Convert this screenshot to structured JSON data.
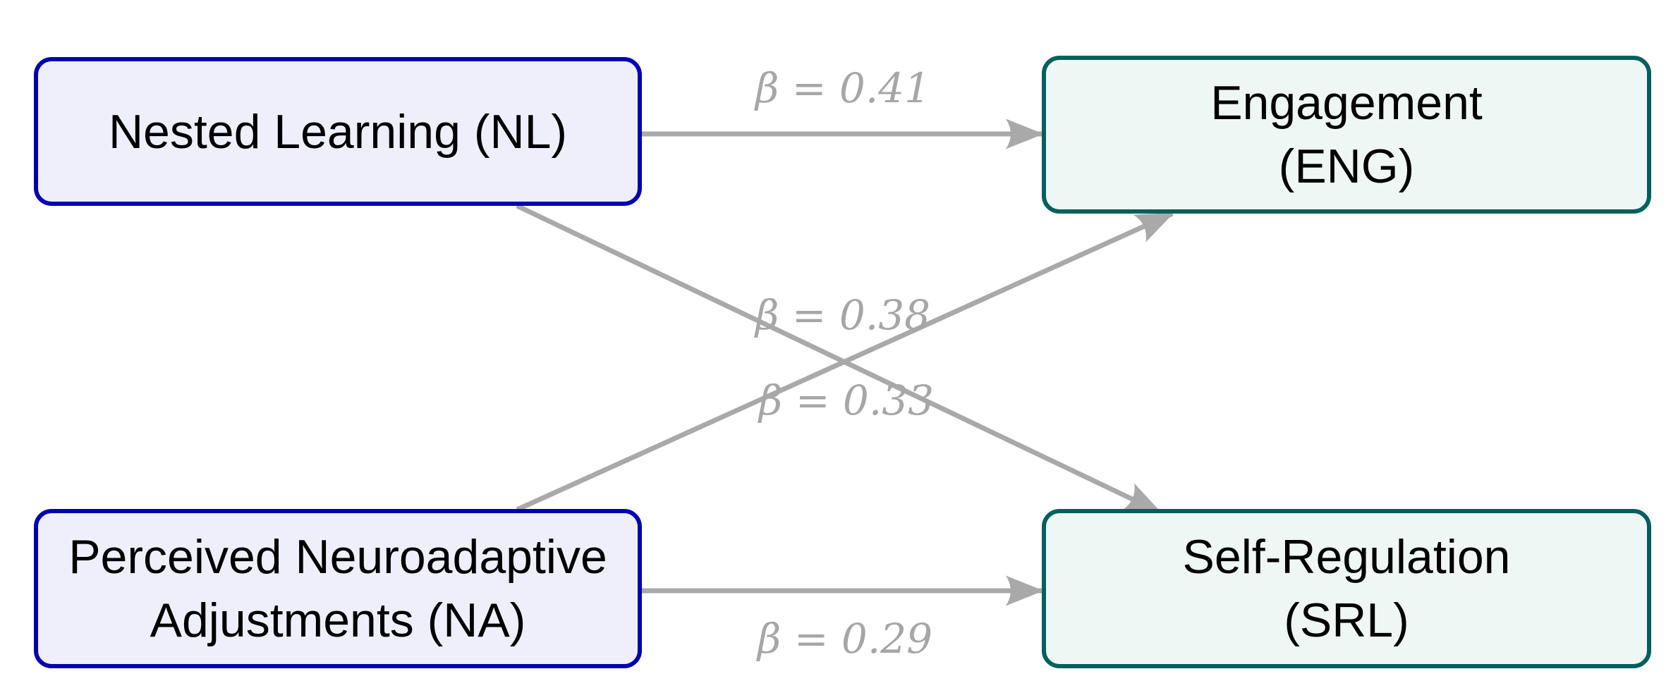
{
  "diagram": {
    "type": "structural-path-model",
    "background": "#ffffff",
    "nodes": [
      {
        "id": "NL",
        "line1": "Nested Learning (NL)",
        "line2": "",
        "fill": "#eeeffb",
        "border": "#0000b0",
        "text_color": "#000000"
      },
      {
        "id": "NA",
        "line1": "Perceived Neuroadaptive",
        "line2": "Adjustments (NA)",
        "fill": "#eeeffb",
        "border": "#0000b0",
        "text_color": "#000000"
      },
      {
        "id": "ENG",
        "line1": "Engagement",
        "line2": "(ENG)",
        "fill": "#eff7f5",
        "border": "#02605c",
        "text_color": "#000000"
      },
      {
        "id": "SRL",
        "line1": "Self-Regulation",
        "line2": "(SRL)",
        "fill": "#eff7f5",
        "border": "#02605c",
        "text_color": "#000000"
      }
    ],
    "edges": [
      {
        "from": "NL",
        "to": "ENG",
        "label": "β = 0.41"
      },
      {
        "from": "NL",
        "to": "SRL",
        "label": "β = 0.38"
      },
      {
        "from": "NA",
        "to": "ENG",
        "label": "β = 0.33"
      },
      {
        "from": "NA",
        "to": "SRL",
        "label": "β = 0.29"
      }
    ],
    "colors": {
      "arrow": "#a9a9a9",
      "edge_label": "#a6a6a6",
      "left_node_fill": "#eeeffb",
      "left_node_border": "#0000b0",
      "right_node_fill": "#eff7f5",
      "right_node_border": "#02605c",
      "node_text": "#000000"
    }
  }
}
